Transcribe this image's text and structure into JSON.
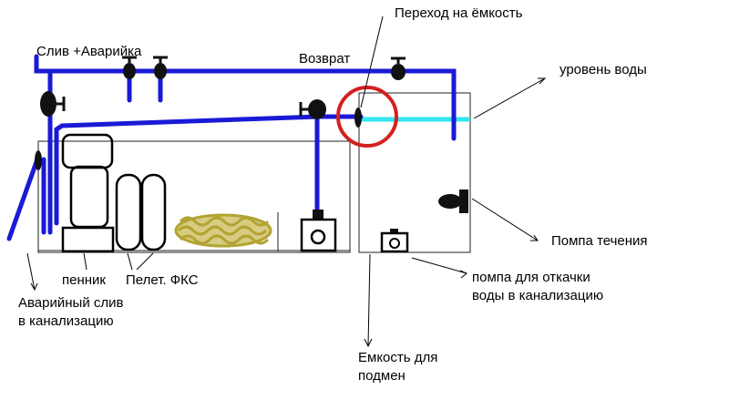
{
  "labels": {
    "drain_emergency": "Слив +Аварийка",
    "return": "Возврат",
    "transition": "Переход на ёмкость",
    "water_level": "уровень воды",
    "flow_pump": "Помпа течения",
    "drain_pump_line1": "помпа для откачки",
    "drain_pump_line2": "воды в канализацию",
    "tank_line1": "Емкость для",
    "tank_line2": "подмен",
    "emergency_line1": "Аварийный слив",
    "emergency_line2": "в канализацию",
    "skimmer": "пенник",
    "filters": "Пелет. ФКС"
  },
  "colors": {
    "pipe": "#1a1ad6",
    "water": "#33e6f0",
    "highlight": "#d42020",
    "media": "#b3a332",
    "outline": "#000000"
  }
}
